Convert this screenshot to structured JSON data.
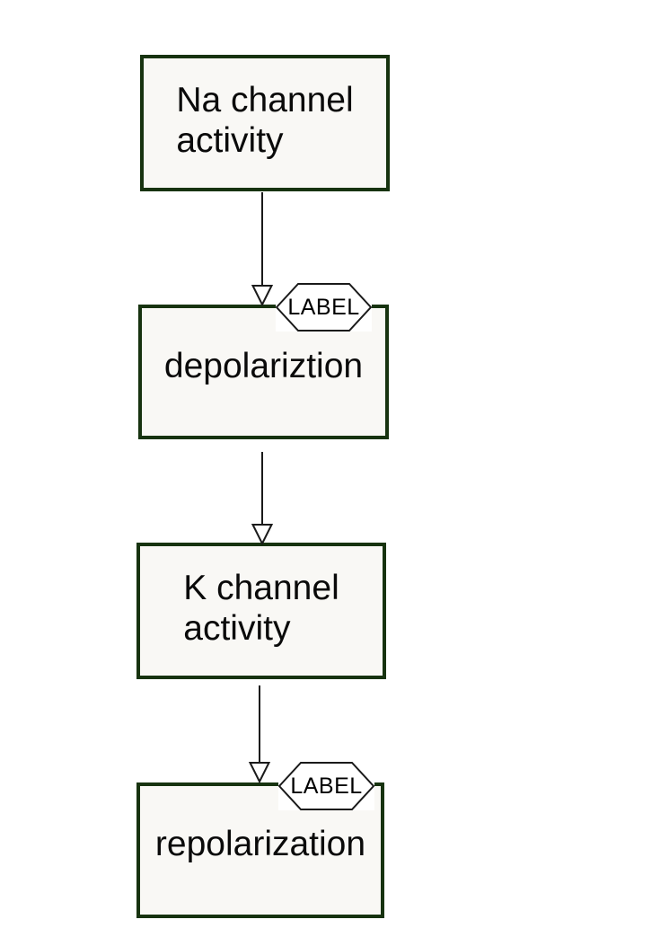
{
  "diagram": {
    "type": "flowchart",
    "background_color": "#ffffff",
    "colors": {
      "node_border": "#173310",
      "node_fill": "#f9f8f5",
      "node_text": "#0a0a0a",
      "edge_stroke": "#1a1a1a",
      "badge_fill": "#ffffff",
      "badge_border": "#1a1a1a"
    },
    "nodes": [
      {
        "id": "na-channel-activity",
        "label": "Na channel\nactivity"
      },
      {
        "id": "depolariztion",
        "label": "depolariztion"
      },
      {
        "id": "k-channel-activity",
        "label": "K channel\nactivity"
      },
      {
        "id": "repolarization",
        "label": "repolarization"
      }
    ],
    "edges": [
      {
        "from": "na-channel-activity",
        "to": "depolariztion",
        "badge": "LABEL"
      },
      {
        "from": "depolariztion",
        "to": "k-channel-activity",
        "badge": ""
      },
      {
        "from": "k-channel-activity",
        "to": "repolarization",
        "badge": "LABEL"
      }
    ]
  }
}
